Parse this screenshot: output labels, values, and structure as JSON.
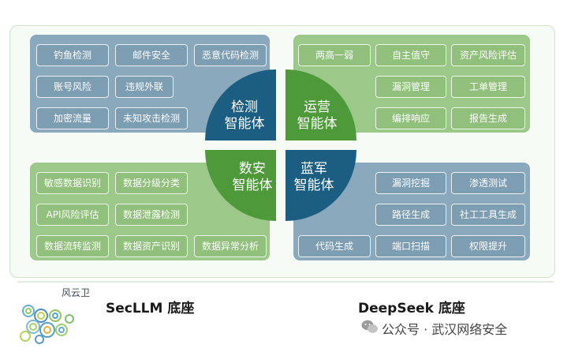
{
  "colors": {
    "blue_panel": "#8aa9bd",
    "green_panel": "#9cc98a",
    "blue_quadrant": "#1b5e82",
    "green_quadrant": "#4e9a3a"
  },
  "panels": {
    "top_left": {
      "tags": [
        "钓鱼检测",
        "邮件安全",
        "恶意代码检测",
        "账号风险",
        "违规外联",
        "加密流量",
        "未知攻击检测"
      ]
    },
    "top_right": {
      "tags": [
        "两高一弱",
        "自主值守",
        "资产风险评估",
        "漏洞管理",
        "工单管理",
        "编排响应",
        "报告生成"
      ]
    },
    "bottom_left": {
      "tags": [
        "敏感数据识别",
        "数据分级分类",
        "API风险评估",
        "数据泄露检测",
        "数据流转监测",
        "数据资产识别",
        "数据异常分析"
      ]
    },
    "bottom_right": {
      "tags": [
        "漏洞挖掘",
        "渗透测试",
        "路径生成",
        "社工工具生成",
        "代码生成",
        "端口扫描",
        "权限提升"
      ]
    }
  },
  "center": {
    "top_left": {
      "line1": "检测",
      "line2": "智能体"
    },
    "top_right": {
      "line1": "运营",
      "line2": "智能体"
    },
    "bottom_left": {
      "line1": "数安",
      "line2": "智能体"
    },
    "bottom_right": {
      "line1": "蓝军",
      "line2": "智能体"
    }
  },
  "bases": {
    "left": "SecLLM 底座",
    "right": "DeepSeek 底座"
  },
  "brand": {
    "name": "风云卫"
  },
  "watermark": {
    "text": "公众号 · 武汉网络安全",
    "icon": "wechat-icon"
  }
}
